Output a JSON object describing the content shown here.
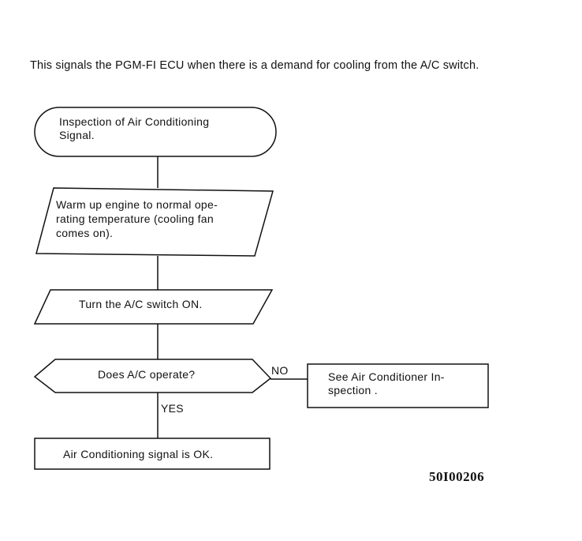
{
  "intro": "This signals the PGM-FI ECU when there is a demand for cooling from the A/C switch.",
  "nodes": {
    "start": "Inspection of Air Conditioning\nSignal.",
    "warmup": "Warm up engine to normal ope-\nrating temperature (cooling fan\ncomes on).",
    "switch_on": "Turn the A/C switch ON.",
    "decision": "Does A/C operate?",
    "no_action": "See Air Conditioner In-\nspection .",
    "result": "Air Conditioning signal is OK."
  },
  "branches": {
    "no": "NO",
    "yes": "YES"
  },
  "figure_id": "50I00206"
}
